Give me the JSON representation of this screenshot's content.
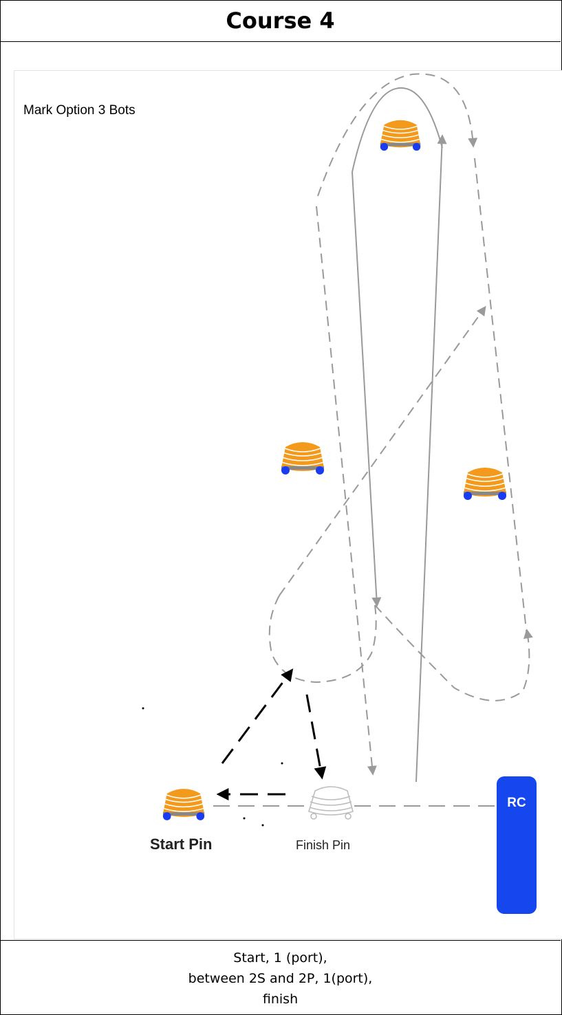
{
  "title": "Course 4",
  "diagram": {
    "heading": "Mark Option 3 Bots",
    "marks": {
      "start_pin": "Start Pin",
      "finish_pin": "Finish Pin",
      "committee_boat": "RC"
    },
    "colors": {
      "buoy_orange": "#F39A1C",
      "buoy_wheels": "#1A3CF0",
      "committee_boat": "#1646EE",
      "course_line": "#9A9A9A",
      "route_arrow": "#000000"
    }
  },
  "caption": {
    "line1": "Start, 1 (port),",
    "line2": "between 2S and 2P, 1(port),",
    "line3": "finish"
  }
}
